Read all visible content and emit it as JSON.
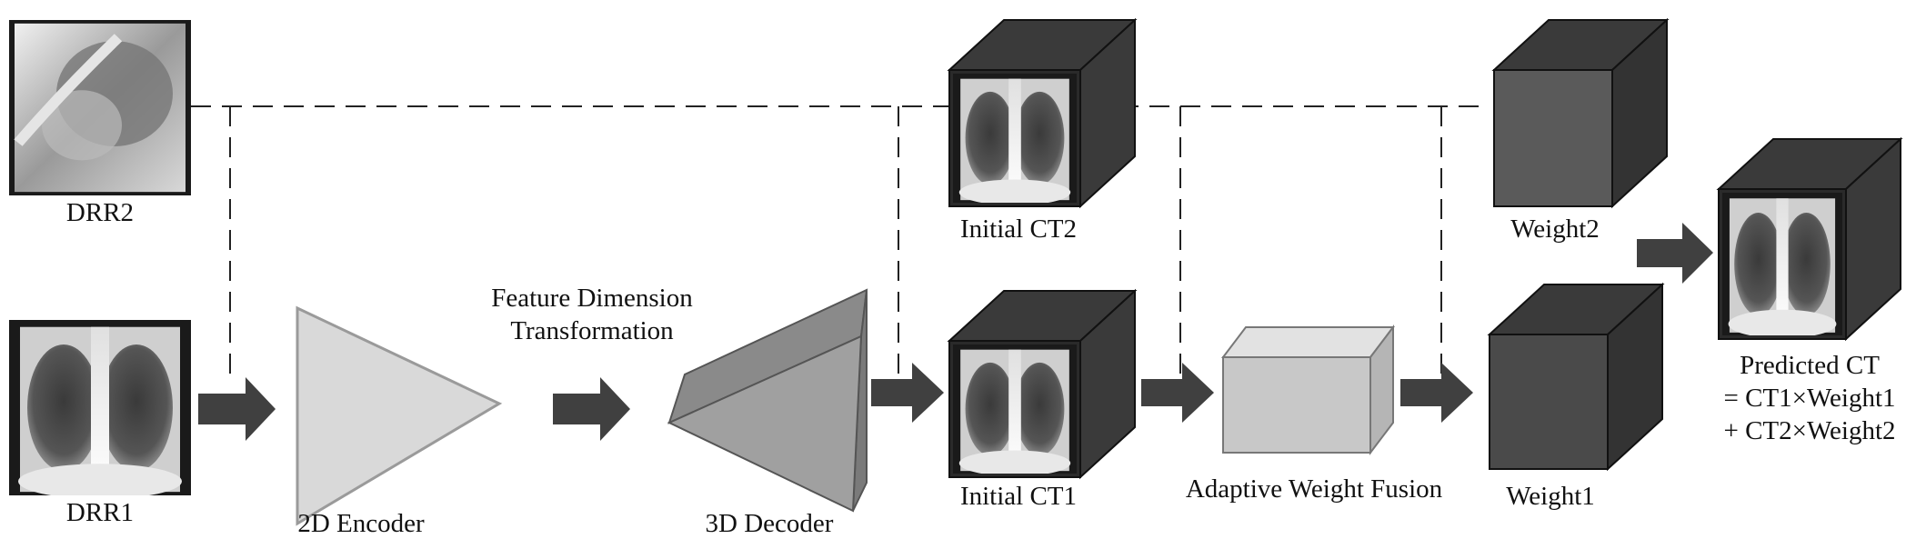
{
  "labels": {
    "drr2": "DRR2",
    "drr1": "DRR1",
    "encoder": "2D Encoder",
    "fdt_line1": "Feature Dimension",
    "fdt_line2": "Transformation",
    "decoder": "3D Decoder",
    "ct2": "Initial CT2",
    "ct1": "Initial CT1",
    "fusion": "Adaptive Weight Fusion",
    "weight2": "Weight2",
    "weight1": "Weight1",
    "pred_line1": "Predicted CT",
    "pred_line2": "= CT1×Weight1",
    "pred_line3": "+ CT2×Weight2"
  },
  "colors": {
    "arrow": "#404040",
    "cube_dark": "#3a3a3a",
    "weight_front": "#5a5a5a",
    "encoder_fill": "#d9d9d9",
    "decoder_fill": "#a0a0a0",
    "fusion_fill": "#c8c8c8"
  }
}
